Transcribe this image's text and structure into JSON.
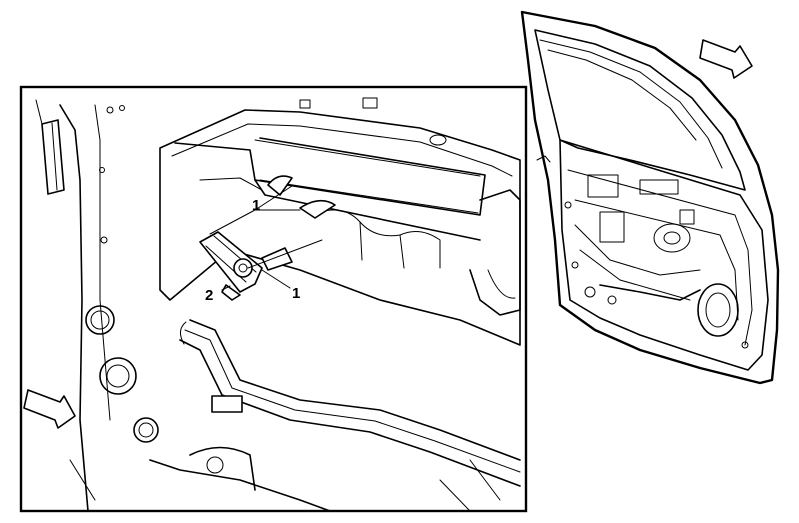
{
  "callouts": {
    "upper_1": "1",
    "lower_1": "1",
    "label_2": "2"
  },
  "colors": {
    "line": "#000000",
    "background": "#ffffff"
  },
  "icons": {
    "direction_arrow_right": "direction-arrow-icon",
    "direction_arrow_left": "direction-arrow-icon"
  }
}
